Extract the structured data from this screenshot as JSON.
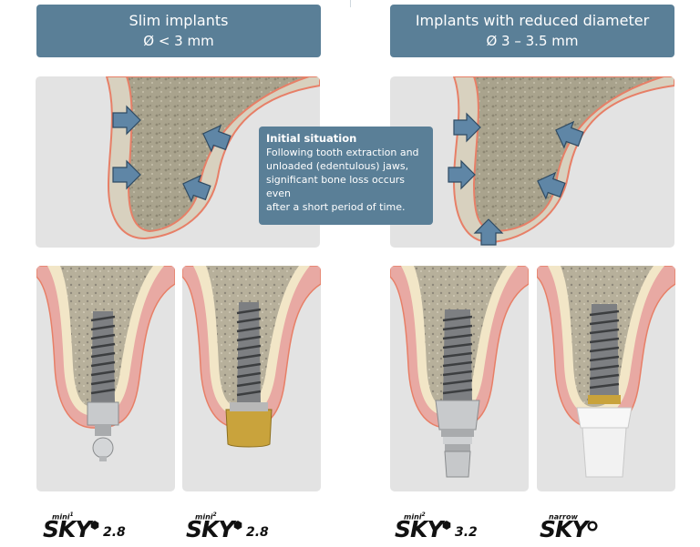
{
  "left_header": {
    "title": "Slim implants",
    "diameter": "Ø < 3 mm"
  },
  "right_header": {
    "title": "Implants with reduced diameter",
    "diameter": "Ø 3 – 3.5 mm"
  },
  "info_box": {
    "title": "Initial situation",
    "lines": [
      "Following tooth extraction and",
      "unloaded (edentulous) jaws,",
      "significant bone loss occurs even",
      "after a short period of time."
    ]
  },
  "brands": [
    {
      "prefix": "mini",
      "prefix_sup": "1",
      "name": "SKY",
      "size": "2.8"
    },
    {
      "prefix": "mini",
      "prefix_sup": "2",
      "name": "SKY",
      "size": "2.8"
    },
    {
      "prefix": "mini",
      "prefix_sup": "2",
      "name": "SKY",
      "size": "3.2"
    },
    {
      "prefix": "narrow",
      "prefix_sup": "",
      "name": "SKY",
      "size": ""
    }
  ],
  "colors": {
    "header_bg": "#5a7f97",
    "panel_bg": "#e3e3e3",
    "bone": "#b9b29c",
    "gum": "#e7a7a2",
    "outline": "#e77f67",
    "arrow": "#5f86a6",
    "gold": "#c9a33c",
    "white_abutment": "#f7f7f7"
  },
  "icons": [
    "arrow-icon",
    "hexagon-icon",
    "ring-icon"
  ]
}
